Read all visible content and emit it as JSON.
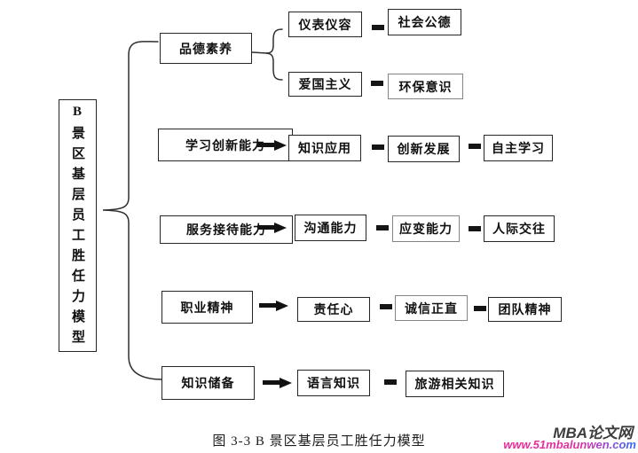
{
  "model_box": {
    "label": "B景区基层员工胜任力模型"
  },
  "rows": [
    {
      "category": "品德素养",
      "branches": [
        {
          "items": [
            "仪表仪容",
            "社会公德"
          ]
        },
        {
          "items": [
            "爱国主义",
            "环保意识"
          ]
        }
      ]
    },
    {
      "category": "学习创新能力",
      "items": [
        "知识应用",
        "创新发展",
        "自主学习"
      ]
    },
    {
      "category": "服务接待能力",
      "items": [
        "沟通能力",
        "应变能力",
        "人际交往"
      ]
    },
    {
      "category": "职业精神",
      "items": [
        "责任心",
        "诚信正直",
        "团队精神"
      ]
    },
    {
      "category": "知识储备",
      "items": [
        "语言知识",
        "旅游相关知识"
      ]
    }
  ],
  "caption": "图 3-3 B 景区基层员工胜任力模型",
  "watermark": {
    "site_name": "MBA论文网",
    "site_url": "www.51mbalunwen.com"
  },
  "colors": {
    "line": "#262626",
    "light_border": "#848484",
    "watermark_name": "#3d3d3d",
    "watermark_url_start": "#ec2a9a",
    "watermark_url_end": "#2f6ef0"
  }
}
